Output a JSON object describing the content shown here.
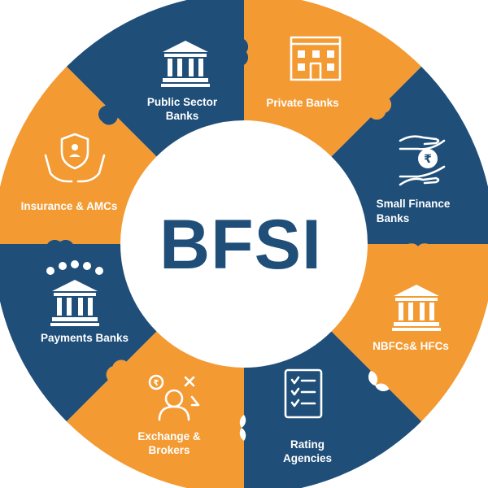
{
  "center": {
    "title": "BFSI"
  },
  "colors": {
    "blue": "#1f4e79",
    "orange": "#f39a33",
    "white": "#ffffff"
  },
  "segments": [
    {
      "label_lines": [
        "Public Sector",
        "Banks"
      ],
      "icon": "bank-icon",
      "color": "blue"
    },
    {
      "label_lines": [
        "Private Banks"
      ],
      "icon": "building-icon",
      "color": "orange"
    },
    {
      "label_lines": [
        "Small Finance",
        "Banks"
      ],
      "icon": "rupee-hands-icon",
      "color": "blue"
    },
    {
      "label_lines": [
        "NBFCs& HFCs"
      ],
      "icon": "bank-icon",
      "color": "orange"
    },
    {
      "label_lines": [
        "Rating",
        "Agencies"
      ],
      "icon": "checklist-icon",
      "color": "blue"
    },
    {
      "label_lines": [
        "Exchange &",
        "Brokers"
      ],
      "icon": "broker-icon",
      "color": "orange"
    },
    {
      "label_lines": [
        "Payments Banks"
      ],
      "icon": "bank-icon",
      "color": "blue"
    },
    {
      "label_lines": [
        "Insurance & AMCs"
      ],
      "icon": "insurance-hands-icon",
      "color": "orange"
    }
  ]
}
